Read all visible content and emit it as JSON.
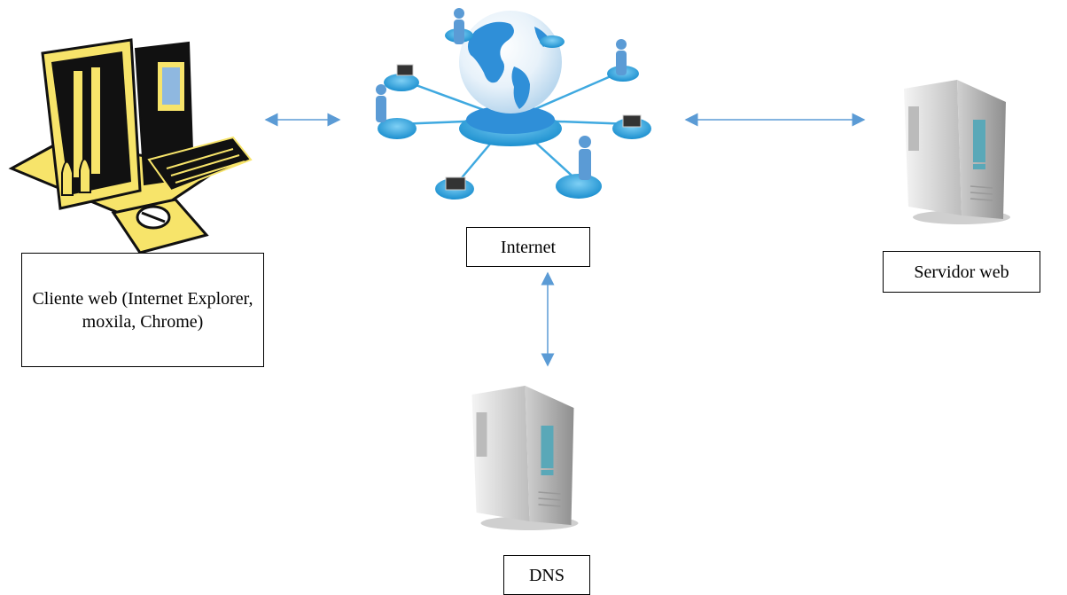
{
  "diagram": {
    "nodes": {
      "client": {
        "label": "Cliente web (Internet Explorer, moxila, Chrome)",
        "icon": "computer-clipart-icon"
      },
      "internet": {
        "label": "Internet",
        "icon": "globe-network-icon"
      },
      "server": {
        "label": "Servidor web",
        "icon": "server-tower-icon"
      },
      "dns": {
        "label": "DNS",
        "icon": "server-tower-icon"
      }
    },
    "edges": [
      {
        "from": "client",
        "to": "internet",
        "direction": "bidirectional"
      },
      {
        "from": "internet",
        "to": "server",
        "direction": "bidirectional"
      },
      {
        "from": "internet",
        "to": "dns",
        "direction": "bidirectional"
      }
    ],
    "colors": {
      "arrow": "#5b9bd5",
      "globe": "#2f8fd8",
      "network": "#3fa9e0",
      "server_body": "#d9d9d9",
      "server_accent": "#5aa8b8",
      "clipart_yellow": "#f7e46a",
      "clipart_black": "#111111"
    }
  }
}
